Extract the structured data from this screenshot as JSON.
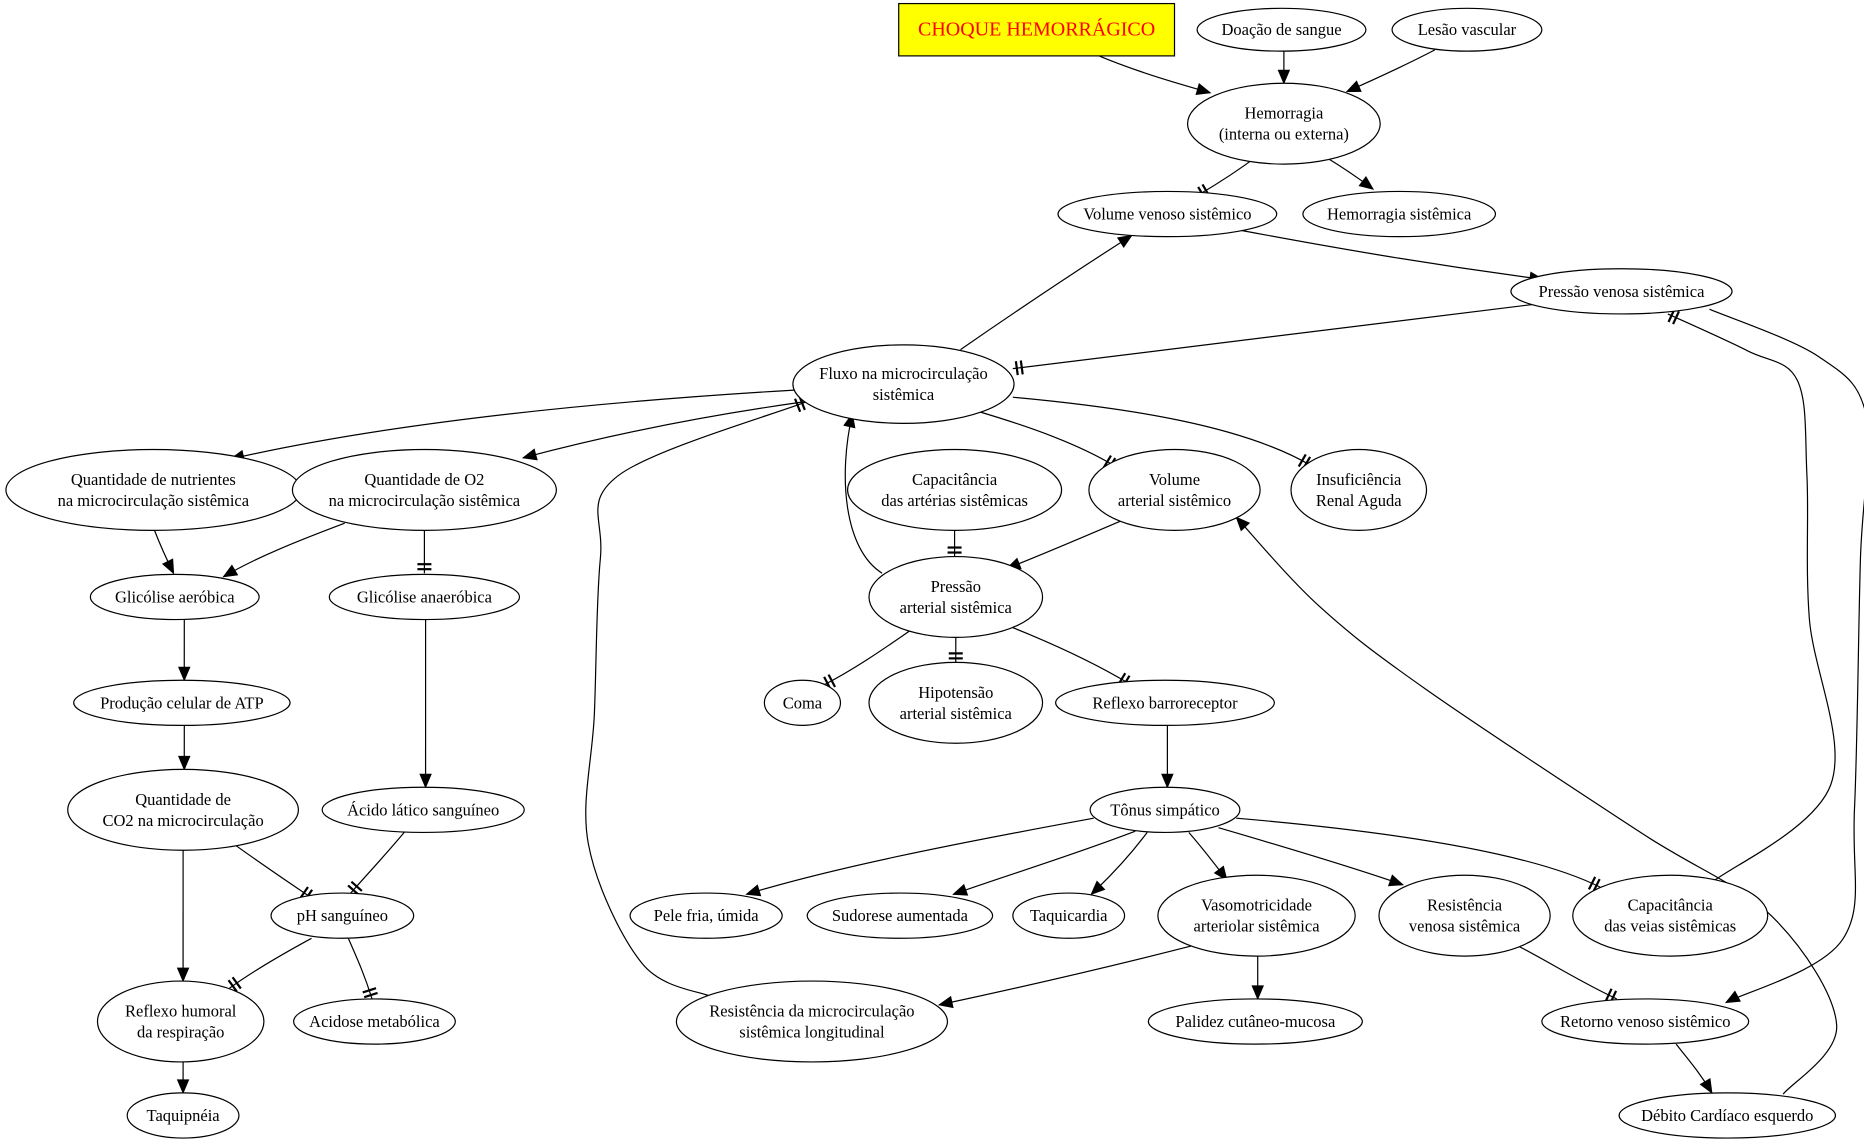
{
  "diagram": {
    "title": "CHOQUE HEMORRÁGICO",
    "colors": {
      "title_background": "#ffff00",
      "title_text": "#ff0000",
      "line": "#000000",
      "node_fill": "#ffffff"
    },
    "nodes": {
      "choque": [
        "CHOQUE HEMORRÁGICO"
      ],
      "doacao": [
        "Doação de sangue"
      ],
      "lesao": [
        "Lesão vascular"
      ],
      "hemorragia": [
        "Hemorragia",
        "(interna ou externa)"
      ],
      "vol_venoso": [
        "Volume venoso sistêmico"
      ],
      "hem_sist": [
        "Hemorragia sistêmica"
      ],
      "press_venosa": [
        "Pressão venosa sistêmica"
      ],
      "fluxo": [
        "Fluxo na microcirculação",
        "sistêmica"
      ],
      "nutrientes": [
        "Quantidade de nutrientes",
        "na microcirculação sistêmica"
      ],
      "o2": [
        "Quantidade de O2",
        "na microcirculação sistêmica"
      ],
      "cap_art": [
        "Capacitância",
        "das artérias sistêmicas"
      ],
      "vol_art": [
        "Volume",
        "arterial sistêmico"
      ],
      "ira": [
        "Insuficiência",
        "Renal Aguda"
      ],
      "glic_aer": [
        "Glicólise aeróbica"
      ],
      "glic_anaer": [
        "Glicólise anaeróbica"
      ],
      "press_art": [
        "Pressão",
        "arterial sistêmica"
      ],
      "atp": [
        "Produção celular de ATP"
      ],
      "coma": [
        "Coma"
      ],
      "hipotensao": [
        "Hipotensão",
        "arterial sistêmica"
      ],
      "barorreflexo": [
        "Reflexo barroreceptor"
      ],
      "co2": [
        "Quantidade de",
        "CO2 na microcirculação"
      ],
      "lactico": [
        "Ácido lático sanguíneo"
      ],
      "tonus": [
        "Tônus simpático"
      ],
      "ph": [
        "pH sanguíneo"
      ],
      "pele": [
        "Pele fria, úmida"
      ],
      "sudorese": [
        "Sudorese aumentada"
      ],
      "taquicardia": [
        "Taquicardia"
      ],
      "vasomotric": [
        "Vasomotricidade",
        "arteriolar sistêmica"
      ],
      "res_venosa": [
        "Resistência",
        "venosa sistêmica"
      ],
      "cap_veias": [
        "Capacitância",
        "das veias sistêmicas"
      ],
      "reflexo_humoral": [
        "Reflexo humoral",
        "da respiração"
      ],
      "acidose": [
        "Acidose metabólica"
      ],
      "res_micro": [
        "Resistência da microcirculação",
        "sistêmica longitudinal"
      ],
      "palidez": [
        "Palidez cutâneo-mucosa"
      ],
      "retorno": [
        "Retorno venoso sistêmico"
      ],
      "taquipneia": [
        "Taquipnéia"
      ],
      "debito": [
        "Débito Cardíaco esquerdo"
      ]
    },
    "edges": [
      {
        "from": "choque",
        "to": "hemorragia",
        "kind": "arrow"
      },
      {
        "from": "doacao",
        "to": "hemorragia",
        "kind": "arrow"
      },
      {
        "from": "lesao",
        "to": "hemorragia",
        "kind": "arrow"
      },
      {
        "from": "hemorragia",
        "to": "vol_venoso",
        "kind": "tee"
      },
      {
        "from": "hemorragia",
        "to": "hem_sist",
        "kind": "arrow"
      },
      {
        "from": "vol_venoso",
        "to": "press_venosa",
        "kind": "arrow"
      },
      {
        "from": "press_venosa",
        "to": "fluxo",
        "kind": "tee"
      },
      {
        "from": "press_venosa",
        "to": "retorno",
        "kind": "arrow"
      },
      {
        "from": "fluxo",
        "to": "vol_venoso",
        "kind": "arrow"
      },
      {
        "from": "fluxo",
        "to": "nutrientes",
        "kind": "arrow"
      },
      {
        "from": "fluxo",
        "to": "o2",
        "kind": "arrow"
      },
      {
        "from": "fluxo",
        "to": "vol_art",
        "kind": "tee"
      },
      {
        "from": "fluxo",
        "to": "ira",
        "kind": "tee"
      },
      {
        "from": "nutrientes",
        "to": "glic_aer",
        "kind": "arrow"
      },
      {
        "from": "o2",
        "to": "glic_aer",
        "kind": "arrow"
      },
      {
        "from": "o2",
        "to": "glic_anaer",
        "kind": "tee"
      },
      {
        "from": "cap_art",
        "to": "press_art",
        "kind": "tee"
      },
      {
        "from": "vol_art",
        "to": "press_art",
        "kind": "arrow"
      },
      {
        "from": "press_art",
        "to": "fluxo",
        "kind": "arrow"
      },
      {
        "from": "press_art",
        "to": "coma",
        "kind": "tee"
      },
      {
        "from": "press_art",
        "to": "hipotensao",
        "kind": "tee"
      },
      {
        "from": "press_art",
        "to": "barorreflexo",
        "kind": "tee"
      },
      {
        "from": "glic_aer",
        "to": "atp",
        "kind": "arrow"
      },
      {
        "from": "glic_anaer",
        "to": "lactico",
        "kind": "arrow"
      },
      {
        "from": "atp",
        "to": "co2",
        "kind": "arrow"
      },
      {
        "from": "barorreflexo",
        "to": "tonus",
        "kind": "arrow"
      },
      {
        "from": "co2",
        "to": "ph",
        "kind": "tee"
      },
      {
        "from": "co2",
        "to": "reflexo_humoral",
        "kind": "arrow"
      },
      {
        "from": "lactico",
        "to": "ph",
        "kind": "tee"
      },
      {
        "from": "tonus",
        "to": "pele",
        "kind": "arrow"
      },
      {
        "from": "tonus",
        "to": "sudorese",
        "kind": "arrow"
      },
      {
        "from": "tonus",
        "to": "taquicardia",
        "kind": "arrow"
      },
      {
        "from": "tonus",
        "to": "vasomotric",
        "kind": "arrow"
      },
      {
        "from": "tonus",
        "to": "res_venosa",
        "kind": "arrow"
      },
      {
        "from": "tonus",
        "to": "cap_veias",
        "kind": "tee"
      },
      {
        "from": "ph",
        "to": "reflexo_humoral",
        "kind": "tee"
      },
      {
        "from": "ph",
        "to": "acidose",
        "kind": "tee"
      },
      {
        "from": "vasomotric",
        "to": "res_micro",
        "kind": "arrow"
      },
      {
        "from": "vasomotric",
        "to": "palidez",
        "kind": "arrow"
      },
      {
        "from": "res_venosa",
        "to": "retorno",
        "kind": "tee"
      },
      {
        "from": "cap_veias",
        "to": "press_venosa",
        "kind": "tee"
      },
      {
        "from": "res_micro",
        "to": "fluxo",
        "kind": "tee"
      },
      {
        "from": "reflexo_humoral",
        "to": "taquipneia",
        "kind": "arrow"
      },
      {
        "from": "retorno",
        "to": "debito",
        "kind": "arrow"
      },
      {
        "from": "debito",
        "to": "vol_art",
        "kind": "arrow"
      }
    ]
  }
}
